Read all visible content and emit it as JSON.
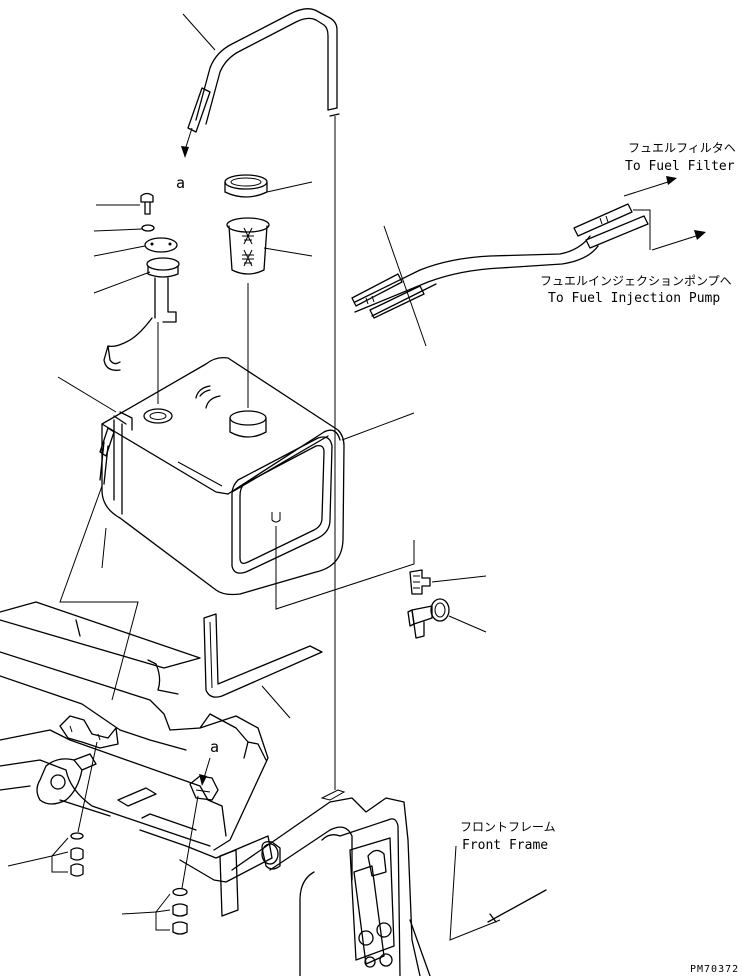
{
  "labels": {
    "fuel_filter_jp": "フュエルフィルタヘ",
    "fuel_filter_en": "To Fuel Filter",
    "injection_pump_jp": "フュエルインジェクションポンプヘ",
    "injection_pump_en": "To Fuel Injection Pump",
    "front_frame_jp": "フロントフレーム",
    "front_frame_en": "Front Frame",
    "ref_a_top": "a",
    "ref_a_bottom": "a",
    "drawing_number": "PM70372"
  }
}
